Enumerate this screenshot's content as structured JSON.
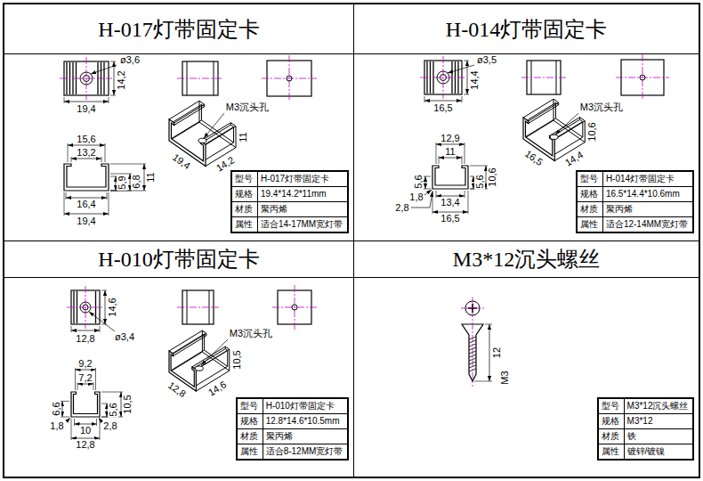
{
  "diagram": {
    "nodes": [
      {
        "text": [
          "H-017灯带固定卡"
        ]
      },
      {
        "text": [
          "H-014灯带固定卡"
        ]
      },
      {
        "text": [
          "H-010灯带固定卡"
        ]
      },
      {
        "text": [
          "M3*12沉头螺丝"
        ]
      },
      {
        "text": [
          "型号",
          "H-017灯带固定卡",
          "规格",
          "19.4*14.2*11mm",
          "材质",
          "聚丙烯",
          "属性",
          "适合14-17MM宽灯带"
        ],
        "in": 0
      },
      {
        "text": [
          "型号",
          "H-014灯带固定卡",
          "规格",
          "16.5*14.4*10.6mm",
          "材质",
          "聚丙烯",
          "属性",
          "适合12-14MM宽灯带"
        ],
        "in": 1
      },
      {
        "text": [
          "型号",
          "H-010灯带固定卡",
          "规格",
          "12.8*14.6*10.5mm",
          "材质",
          "聚丙烯",
          "属性",
          "适合8-12MM宽灯带"
        ],
        "in": 2
      },
      {
        "text": [
          "型号",
          "M3*12沉头螺丝",
          "规格",
          "M3*12",
          "材质",
          "铁",
          "属性",
          "镀锌/镀镍"
        ],
        "in": 3
      }
    ],
    "labels": [
      "ø3,6",
      "14,2",
      "19,4",
      "M3沉头孔",
      "11",
      "14,2",
      "19,4",
      "15,6",
      "13,2",
      "5,9",
      "6,8",
      "11",
      "16,4",
      "19,4",
      "ø3,5",
      "14,4",
      "16,5",
      "M3沉头孔",
      "10,6",
      "14,4",
      "16,5",
      "12,9",
      "11",
      "5,6",
      "1,8",
      "2,8",
      "13,4",
      "5,6",
      "10,6",
      "16,5",
      "14,6",
      "12,8",
      "ø3,4",
      "M3沉头孔",
      "10,5",
      "12,8",
      "14,6",
      "9,2",
      "7,2",
      "6,6",
      "1,8",
      "2,8",
      "5,6",
      "10,5",
      "10",
      "12,8",
      "12",
      "M3"
    ]
  }
}
